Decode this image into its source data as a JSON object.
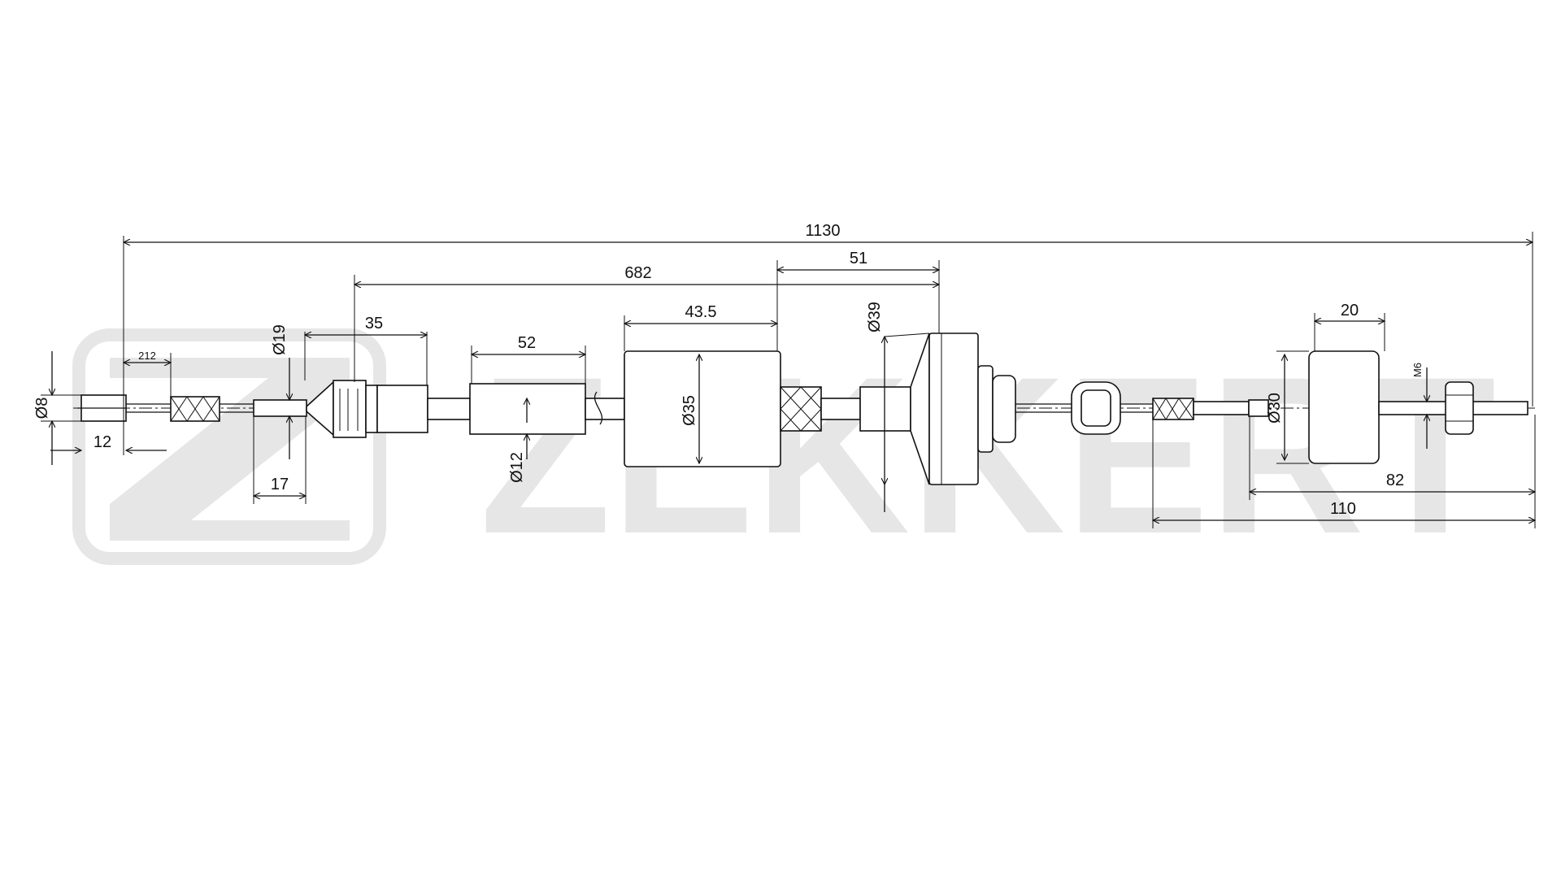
{
  "watermark": {
    "brand": "ZEKKERT"
  },
  "dimensions": {
    "overall_length": "1130",
    "d_682": "682",
    "d_51": "51",
    "d_43_5": "43.5",
    "d_35_len": "35",
    "d_52": "52",
    "d_212": "212",
    "d_12": "12",
    "d_17": "17",
    "d_20": "20",
    "d_82": "82",
    "d_110": "110",
    "dia_8": "Ø8",
    "dia_19": "Ø19",
    "dia_12": "Ø12",
    "dia_35": "Ø35",
    "dia_39": "Ø39",
    "dia_30": "Ø30",
    "thread_m6": "M6"
  },
  "colors": {
    "line": "#111111",
    "watermark": "#e6e6e6",
    "background": "#ffffff"
  }
}
